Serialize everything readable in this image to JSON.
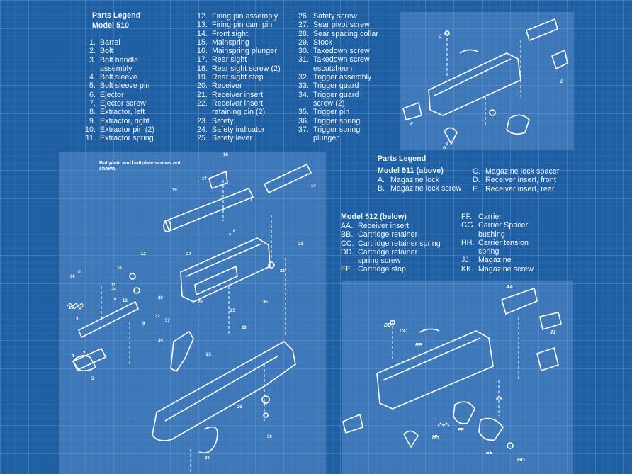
{
  "legend510": {
    "title": "Parts Legend",
    "model": "Model 510",
    "col1": [
      {
        "n": "1.",
        "t": "Barrel"
      },
      {
        "n": "2.",
        "t": "Bolt"
      },
      {
        "n": "3.",
        "t": "Bolt handle",
        "c": "assembly"
      },
      {
        "n": "4.",
        "t": "Bolt sleeve"
      },
      {
        "n": "5.",
        "t": "Bolt sleeve pin"
      },
      {
        "n": "6.",
        "t": "Ejector"
      },
      {
        "n": "7.",
        "t": "Ejector screw"
      },
      {
        "n": "8.",
        "t": "Extractor, left"
      },
      {
        "n": "9.",
        "t": "Extractor, right"
      },
      {
        "n": "10.",
        "t": "Extractor pin (2)"
      },
      {
        "n": "11.",
        "t": "Extractor spring"
      }
    ],
    "col2": [
      {
        "n": "12.",
        "t": "Firing pin assembly"
      },
      {
        "n": "13.",
        "t": "Firing pin cam pin"
      },
      {
        "n": "14.",
        "t": "Front sight"
      },
      {
        "n": "15.",
        "t": "Mainspring"
      },
      {
        "n": "16.",
        "t": "Mainspring plunger"
      },
      {
        "n": "17.",
        "t": "Rear sight"
      },
      {
        "n": "18.",
        "t": "Rear sight screw (2)"
      },
      {
        "n": "19.",
        "t": "Rear sight step"
      },
      {
        "n": "20.",
        "t": "Receiver"
      },
      {
        "n": "21.",
        "t": "Receiver insert"
      },
      {
        "n": "22.",
        "t": "Receiver insert",
        "c": "retaining pin (2)"
      },
      {
        "n": "23.",
        "t": "Safety"
      },
      {
        "n": "24.",
        "t": "Safety indicator"
      },
      {
        "n": "25.",
        "t": "Safety lever"
      }
    ],
    "col3": [
      {
        "n": "26.",
        "t": "Safety screw"
      },
      {
        "n": "27.",
        "t": "Sear pivot screw"
      },
      {
        "n": "28.",
        "t": "Sear spacing collar"
      },
      {
        "n": "29.",
        "t": "Stock"
      },
      {
        "n": "30.",
        "t": "Takedown screw"
      },
      {
        "n": "31.",
        "t": "Takedown screw",
        "c": "escutcheon"
      },
      {
        "n": "32.",
        "t": "Trigger assembly"
      },
      {
        "n": "33.",
        "t": "Trigger guard"
      },
      {
        "n": "34.",
        "t": "Trigger guard",
        "c": "screw (2)"
      },
      {
        "n": "35.",
        "t": "Trigger pin"
      },
      {
        "n": "36.",
        "t": "Trigger spring"
      },
      {
        "n": "37.",
        "t": "Trigger spring",
        "c": "plunger"
      }
    ]
  },
  "legend511": {
    "title": "Parts Legend",
    "model": "Model 511 (above)",
    "left": [
      {
        "n": "A.",
        "t": "Magazine lock"
      },
      {
        "n": "B.",
        "t": "Magazine lock screw"
      }
    ],
    "right": [
      {
        "n": "C.",
        "t": "Magazine lock spacer"
      },
      {
        "n": "D.",
        "t": "Receiver insert, front"
      },
      {
        "n": "E.",
        "t": "Receiver insert, rear"
      }
    ]
  },
  "legend512": {
    "model": "Model 512 (below)",
    "left": [
      {
        "n": "AA.",
        "t": "Receiver insert"
      },
      {
        "n": "BB.",
        "t": "Cartridge retainer"
      },
      {
        "n": "CC.",
        "t": "Cartridge retainer spring"
      },
      {
        "n": "DD.",
        "t": "Cartridge retainer",
        "c": "spring screw"
      },
      {
        "n": "EE.",
        "t": "Cartridge stop"
      }
    ],
    "right": [
      {
        "n": "FF.",
        "t": "Carrier"
      },
      {
        "n": "GG.",
        "t": "Carrier Spacer",
        "c": "bushing"
      },
      {
        "n": "HH.",
        "t": "Carrier tension",
        "c": "spring"
      },
      {
        "n": "JJ.",
        "t": "Magazine"
      },
      {
        "n": "KK.",
        "t": "Magazine screw"
      }
    ]
  },
  "diagram510": {
    "note": "Buttplate and buttplate screws not shown.",
    "callouts": [
      "1",
      "2",
      "3",
      "4",
      "5",
      "6",
      "7",
      "8",
      "9",
      "10",
      "11",
      "12",
      "13",
      "14",
      "15",
      "16",
      "17",
      "18",
      "19",
      "20",
      "21",
      "22",
      "23",
      "24",
      "25",
      "26",
      "27",
      "28",
      "29",
      "30",
      "31",
      "32",
      "33",
      "34",
      "35",
      "36",
      "37"
    ]
  },
  "diagram511": {
    "callouts": [
      "A",
      "B",
      "C",
      "D",
      "E"
    ]
  },
  "diagram512": {
    "callouts": [
      "AA",
      "BB",
      "CC",
      "DD",
      "EE",
      "FF",
      "GG",
      "HH",
      "JJ",
      "KK"
    ]
  }
}
